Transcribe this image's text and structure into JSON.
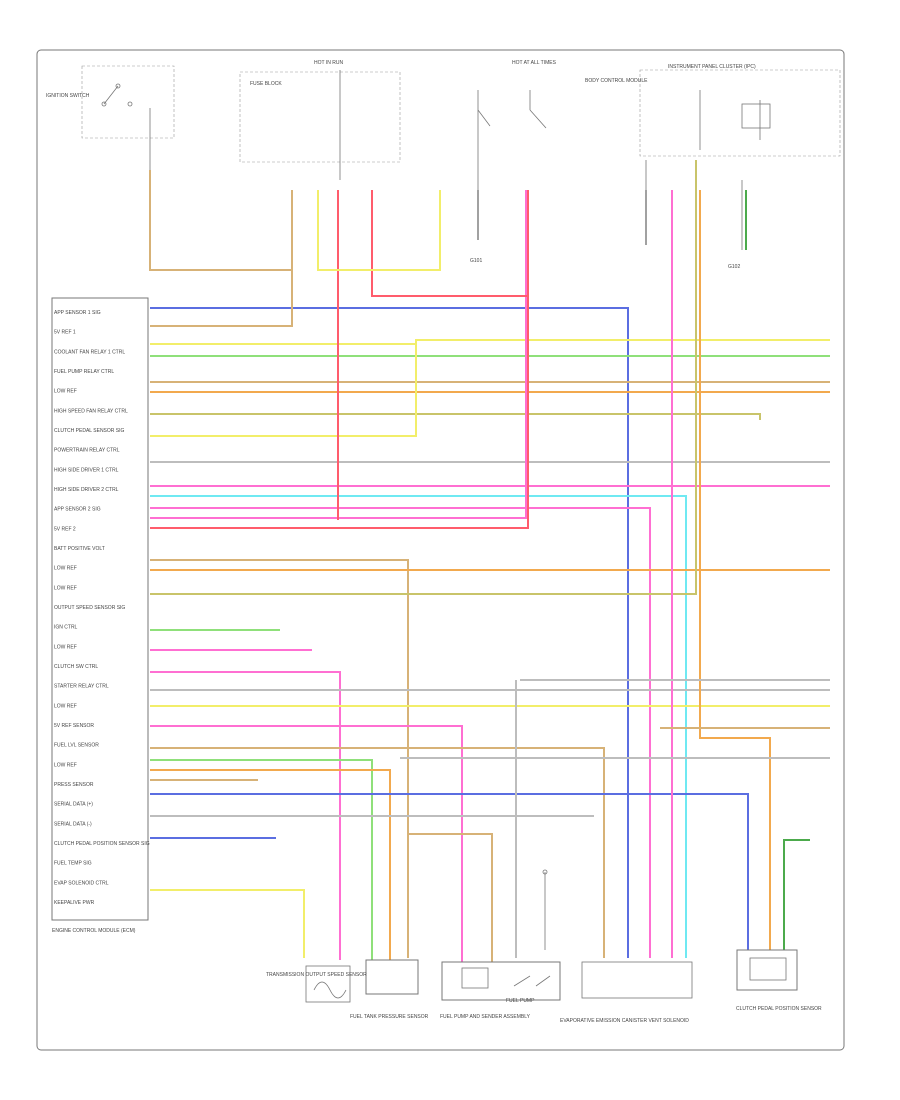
{
  "footer_code": "",
  "ecm_labels": [
    "APP SENSOR 1 SIG",
    "5V REF 1",
    "COOLANT FAN RELAY 1 CTRL",
    "FUEL PUMP RELAY CTRL",
    "LOW REF",
    "HIGH SPEED FAN RELAY CTRL",
    "CLUTCH PEDAL SENSOR SIG",
    "POWERTRAIN RELAY CTRL",
    "HIGH SIDE DRIVER 1 CTRL",
    "HIGH SIDE DRIVER 2 CTRL",
    "APP SENSOR 2 SIG",
    "5V REF 2",
    "BATT POSITIVE VOLT",
    "LOW REF",
    "LOW REF",
    "OUTPUT SPEED SENSOR SIG",
    "IGN CTRL",
    "LOW REF",
    "CLUTCH SW CTRL",
    "STARTER RELAY CTRL",
    "LOW REF",
    "5V REF SENSOR",
    "FUEL LVL SENSOR",
    "LOW REF",
    "PRESS SENSOR",
    "SERIAL DATA (+)",
    "SERIAL DATA (-)",
    "CLUTCH PEDAL POSITION SENSOR SIG",
    "FUEL TEMP SIG",
    "EVAP SOLENOID CTRL",
    "KEEPALIVE PWR"
  ],
  "ecm_caption": "ENGINE CONTROL MODULE (ECM)",
  "top_labels": {
    "ignition_switch": "IGNITION SWITCH",
    "hot_run": "HOT IN RUN",
    "hot_all": "HOT AT ALL TIMES",
    "ipc": "INSTRUMENT PANEL CLUSTER (IPC)",
    "fuse_block": "FUSE BLOCK",
    "body_ctrl": "BODY CONTROL MODULE",
    "ground_a": "G101",
    "ground_b": "G102"
  },
  "bottom_labels": {
    "trans_sensor": "TRANSMISSION OUTPUT SPEED SENSOR",
    "fuel_tank_press": "FUEL TANK PRESSURE SENSOR",
    "fuel_pump_module": "FUEL PUMP AND SENDER ASSEMBLY",
    "fuel_pump": "FUEL PUMP",
    "evap_vent": "EVAPORATIVE EMISSION CANISTER VENT SOLENOID",
    "clutch_sensor": "CLUTCH PEDAL POSITION SENSOR"
  },
  "wire_colors": {
    "blue": "#5b6ee1",
    "tan": "#d7b277",
    "yellow": "#f2ee6a",
    "green": "#8fe07a",
    "pink": "#ff6fd2",
    "red": "#ff5c6c",
    "cyan": "#6fe9f2",
    "orange": "#f2a94e",
    "olive": "#c9c46a",
    "gray": "#bdbdbd",
    "dkgreen": "#4caa4c",
    "frame": "#777777"
  }
}
